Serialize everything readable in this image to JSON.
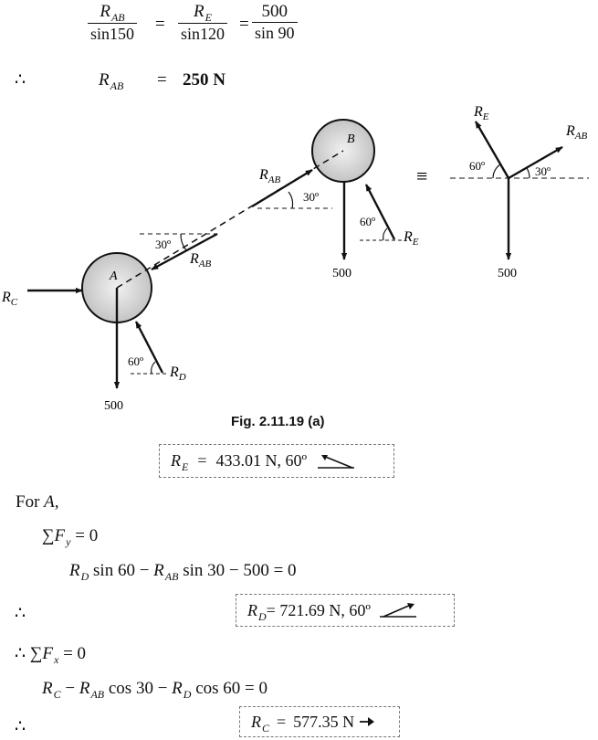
{
  "sine_rule": {
    "left_num": "R",
    "left_num_sub": "AB",
    "left_den": "sin150",
    "mid_num": "R",
    "mid_num_sub": "E",
    "mid_den": "sin120",
    "right_num": "500",
    "right_den": "sin 90",
    "eq": "="
  },
  "rab_result": {
    "therefore": "∴",
    "lhs": "R",
    "lhs_sub": "AB",
    "eq": "=",
    "value": "250 N"
  },
  "diagram": {
    "node_a": "A",
    "node_b": "B",
    "rc": "R",
    "rc_sub": "C",
    "rd": "R",
    "rd_sub": "D",
    "re": "R",
    "re_sub": "E",
    "rab": "R",
    "rab_sub": "AB",
    "weight": "500",
    "angle_30": "30º",
    "angle_60": "60º",
    "equiv": "≡"
  },
  "figure_caption": "Fig. 2.11.19 (a)",
  "re_result": {
    "lhs": "R",
    "lhs_sub": "E",
    "eq": "=",
    "value": "433.01 N, 60º"
  },
  "for_a": {
    "text": "For ",
    "body": "A,"
  },
  "sum_fy": {
    "sigma": "∑",
    "f": "F",
    "sub": "y",
    "rest": " = 0"
  },
  "eq_y": {
    "r1": "R",
    "r1_sub": "D",
    "t1": " sin 60 − ",
    "r2": "R",
    "r2_sub": "AB",
    "t2": " sin 30 − 500  =  0"
  },
  "rd_result": {
    "therefore": "∴",
    "lhs": "R",
    "lhs_sub": "D",
    "value": " = 721.69 N, 60º"
  },
  "sum_fx": {
    "therefore": "∴",
    "sigma": " ∑",
    "f": "F",
    "sub": "x",
    "rest": " = 0"
  },
  "eq_x": {
    "r1": "R",
    "r1_sub": "C",
    "t1": " − ",
    "r2": "R",
    "r2_sub": "AB",
    "t2": " cos 30 − ",
    "r3": "R",
    "r3_sub": "D",
    "t3": " cos 60  =  0"
  },
  "rc_result": {
    "therefore": "∴",
    "lhs": "R",
    "lhs_sub": "C",
    "eq": "=",
    "value": "577.35 N"
  },
  "colors": {
    "ink": "#111111",
    "disc_fill": "#c9c9c9",
    "disc_center": "#f1f1f1",
    "dash_box": "#777777"
  }
}
